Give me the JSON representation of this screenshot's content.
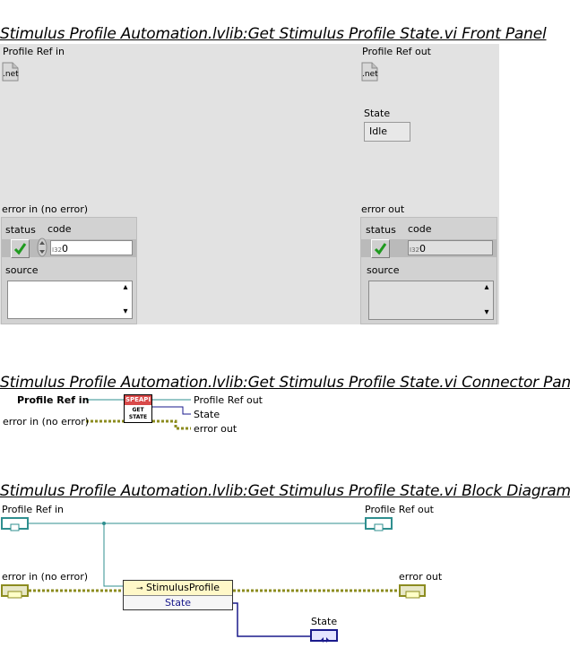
{
  "front_panel": {
    "title": "Stimulus Profile Automation.lvlib:Get Stimulus Profile State.vi Front Panel",
    "profile_ref_in_label": "Profile Ref in",
    "profile_ref_out_label": "Profile Ref out",
    "net_text": ".net",
    "state_label": "State",
    "state_value": "Idle",
    "error_in": {
      "label": "error in (no error)",
      "status_label": "status",
      "code_label": "code",
      "code_value": "0",
      "source_label": "source"
    },
    "error_out": {
      "label": "error out",
      "status_label": "status",
      "code_label": "code",
      "code_value": "0",
      "source_label": "source"
    }
  },
  "connector_pane": {
    "title": "Stimulus Profile Automation.lvlib:Get Stimulus Profile State.vi Connector Pane",
    "inputs": [
      "Profile Ref in",
      "error in (no error)"
    ],
    "outputs": [
      "Profile Ref out",
      "State",
      "error out"
    ],
    "icon_top": "SPEAPI",
    "icon_line1": "GET",
    "icon_line2": "STATE"
  },
  "block_diagram": {
    "title": "Stimulus Profile Automation.lvlib:Get Stimulus Profile State.vi Block Diagram",
    "profile_ref_in_label": "Profile Ref in",
    "profile_ref_out_label": "Profile Ref out",
    "error_in_label": "error in (no error)",
    "error_out_label": "error out",
    "state_label": "State",
    "property_node_class": "StimulusProfile",
    "property_node_item": "State"
  },
  "colors": {
    "ref_wire": "#2f8f8f",
    "error_wire": "#8c8c20",
    "enum_wire": "#1a1a8c",
    "panel_bg": "#e2e2e2"
  }
}
